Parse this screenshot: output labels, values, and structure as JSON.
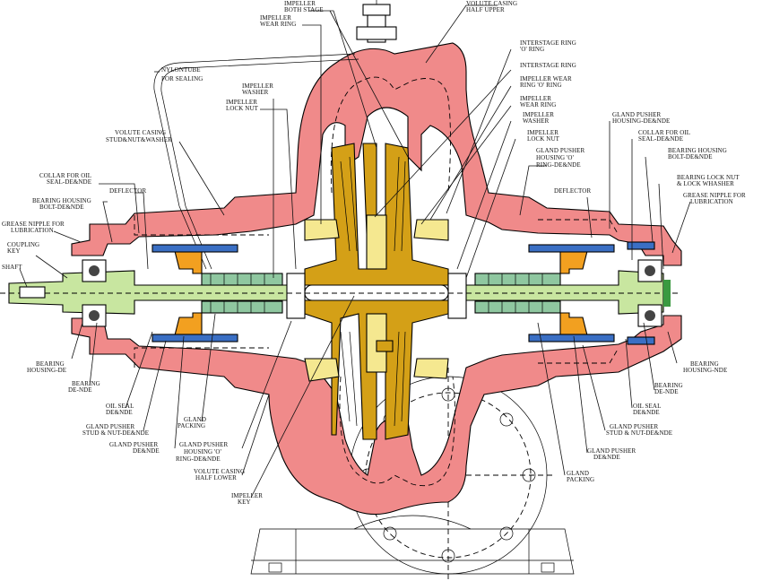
{
  "colors": {
    "casing": "#f08a8a",
    "shaft": "#c8e6a0",
    "impeller": "#d4a017",
    "seal": "#f5e890",
    "bolt": "#3a6fc4",
    "pusher": "#f2a020",
    "packing": "#3a8f60",
    "bearing": "#444444"
  },
  "labels": {
    "impeller_both_stage": [
      "IMPELLER",
      "BOTH STAGE"
    ],
    "impeller_wear_ring_top": [
      "IMPELLER",
      "WEAR RING"
    ],
    "volute_casing_upper": [
      "VOLUTE CASING",
      "HALF UPPER"
    ],
    "nylon_tube": [
      "NYLONTUBE",
      "FOR SEALING"
    ],
    "impeller_washer_left": [
      "IMPELLER",
      "WASHER"
    ],
    "impeller_lock_nut_left": [
      "IMPELLER",
      "LOCK NUT"
    ],
    "interstage_ring_o": [
      "INTERSTAGE RING",
      "'O' RING"
    ],
    "interstage_ring": [
      "INTERSTAGE RING"
    ],
    "impeller_wear_ring_o": [
      "IMPELLER WEAR",
      "RING 'O' RING"
    ],
    "impeller_wear_ring_right": [
      "IMPELLER",
      "WEAR RING"
    ],
    "impeller_washer_right": [
      "IMPELLER",
      "WASHER"
    ],
    "impeller_lock_nut_right": [
      "IMPELLER",
      "LOCK NUT"
    ],
    "gland_pusher_housing_o_right": [
      "GLAND PUSHER",
      "HOUSING 'O'",
      "RING-DE&NDE"
    ],
    "volute_casing_stud": [
      "VOLUTE CASING",
      "STUD&NUT&WASHER"
    ],
    "collar_oil_seal_left": [
      "COLLAR FOR OIL",
      "SEAL-DE&NDE"
    ],
    "bearing_housing_bolt_left": [
      "BEARING HOUSING",
      "BOLT-DE&NDE"
    ],
    "deflector_left": [
      "DEFLECTOR"
    ],
    "grease_nipple_left": [
      "GREASE NIPPLE FOR",
      "LUBRICATION"
    ],
    "coupling_key": [
      "COUPLING",
      "KEY"
    ],
    "shaft": [
      "SHAFT"
    ],
    "gland_pusher_housing_right": [
      "GLAND PUSHER",
      "HOUSING-DE&NDE"
    ],
    "collar_oil_seal_right": [
      "COLLAR FOR OIL",
      "SEAL-DE&NDE"
    ],
    "bearing_housing_bolt_right": [
      "BEARING HOUSING",
      "BOLT-DE&NDE"
    ],
    "bearing_lock_nut": [
      "BEARING LOCK NUT",
      "& LOCK WHASHER"
    ],
    "grease_nipple_right": [
      "GREASE NIPPLE FOR",
      "LUBRICATION"
    ],
    "deflector_right": [
      "DEFLECTOR"
    ],
    "bearing_housing_de": [
      "BEARING",
      "HOUSING-DE"
    ],
    "bearing_de_nde_left": [
      "BEARING",
      "DE-NDE"
    ],
    "oil_seal_left": [
      "OIL SEAL",
      "DE&NDE"
    ],
    "gland_pusher_stud_left": [
      "GLAND PUSHER",
      "STUD & NUT-DE&NDE"
    ],
    "gland_pusher_left": [
      "GLAND PUSHER",
      "DE&NDE"
    ],
    "gland_packing_left": [
      "GLAND",
      "PACKING"
    ],
    "gland_pusher_housing_o_left": [
      "GLAND PUSHER",
      "HOUSING 'O'",
      "RING-DE&NDE"
    ],
    "volute_casing_lower": [
      "VOLUTE CASING",
      "HALF LOWER"
    ],
    "impeller_key": [
      "IMPELLER",
      "KEY"
    ],
    "bearing_housing_nde": [
      "BEARING",
      "HOUSING-NDE"
    ],
    "bearing_de_nde_right": [
      "BEARING",
      "DE-NDE"
    ],
    "oil_seal_right": [
      "OIL SEAL",
      "DE&NDE"
    ],
    "gland_pusher_stud_right": [
      "GLAND PUSHER",
      "STUD & NUT-DE&NDE"
    ],
    "gland_pusher_right": [
      "GLAND PUSHER",
      "DE&NDE"
    ],
    "gland_packing_right": [
      "GLAND",
      "PACKING"
    ]
  }
}
